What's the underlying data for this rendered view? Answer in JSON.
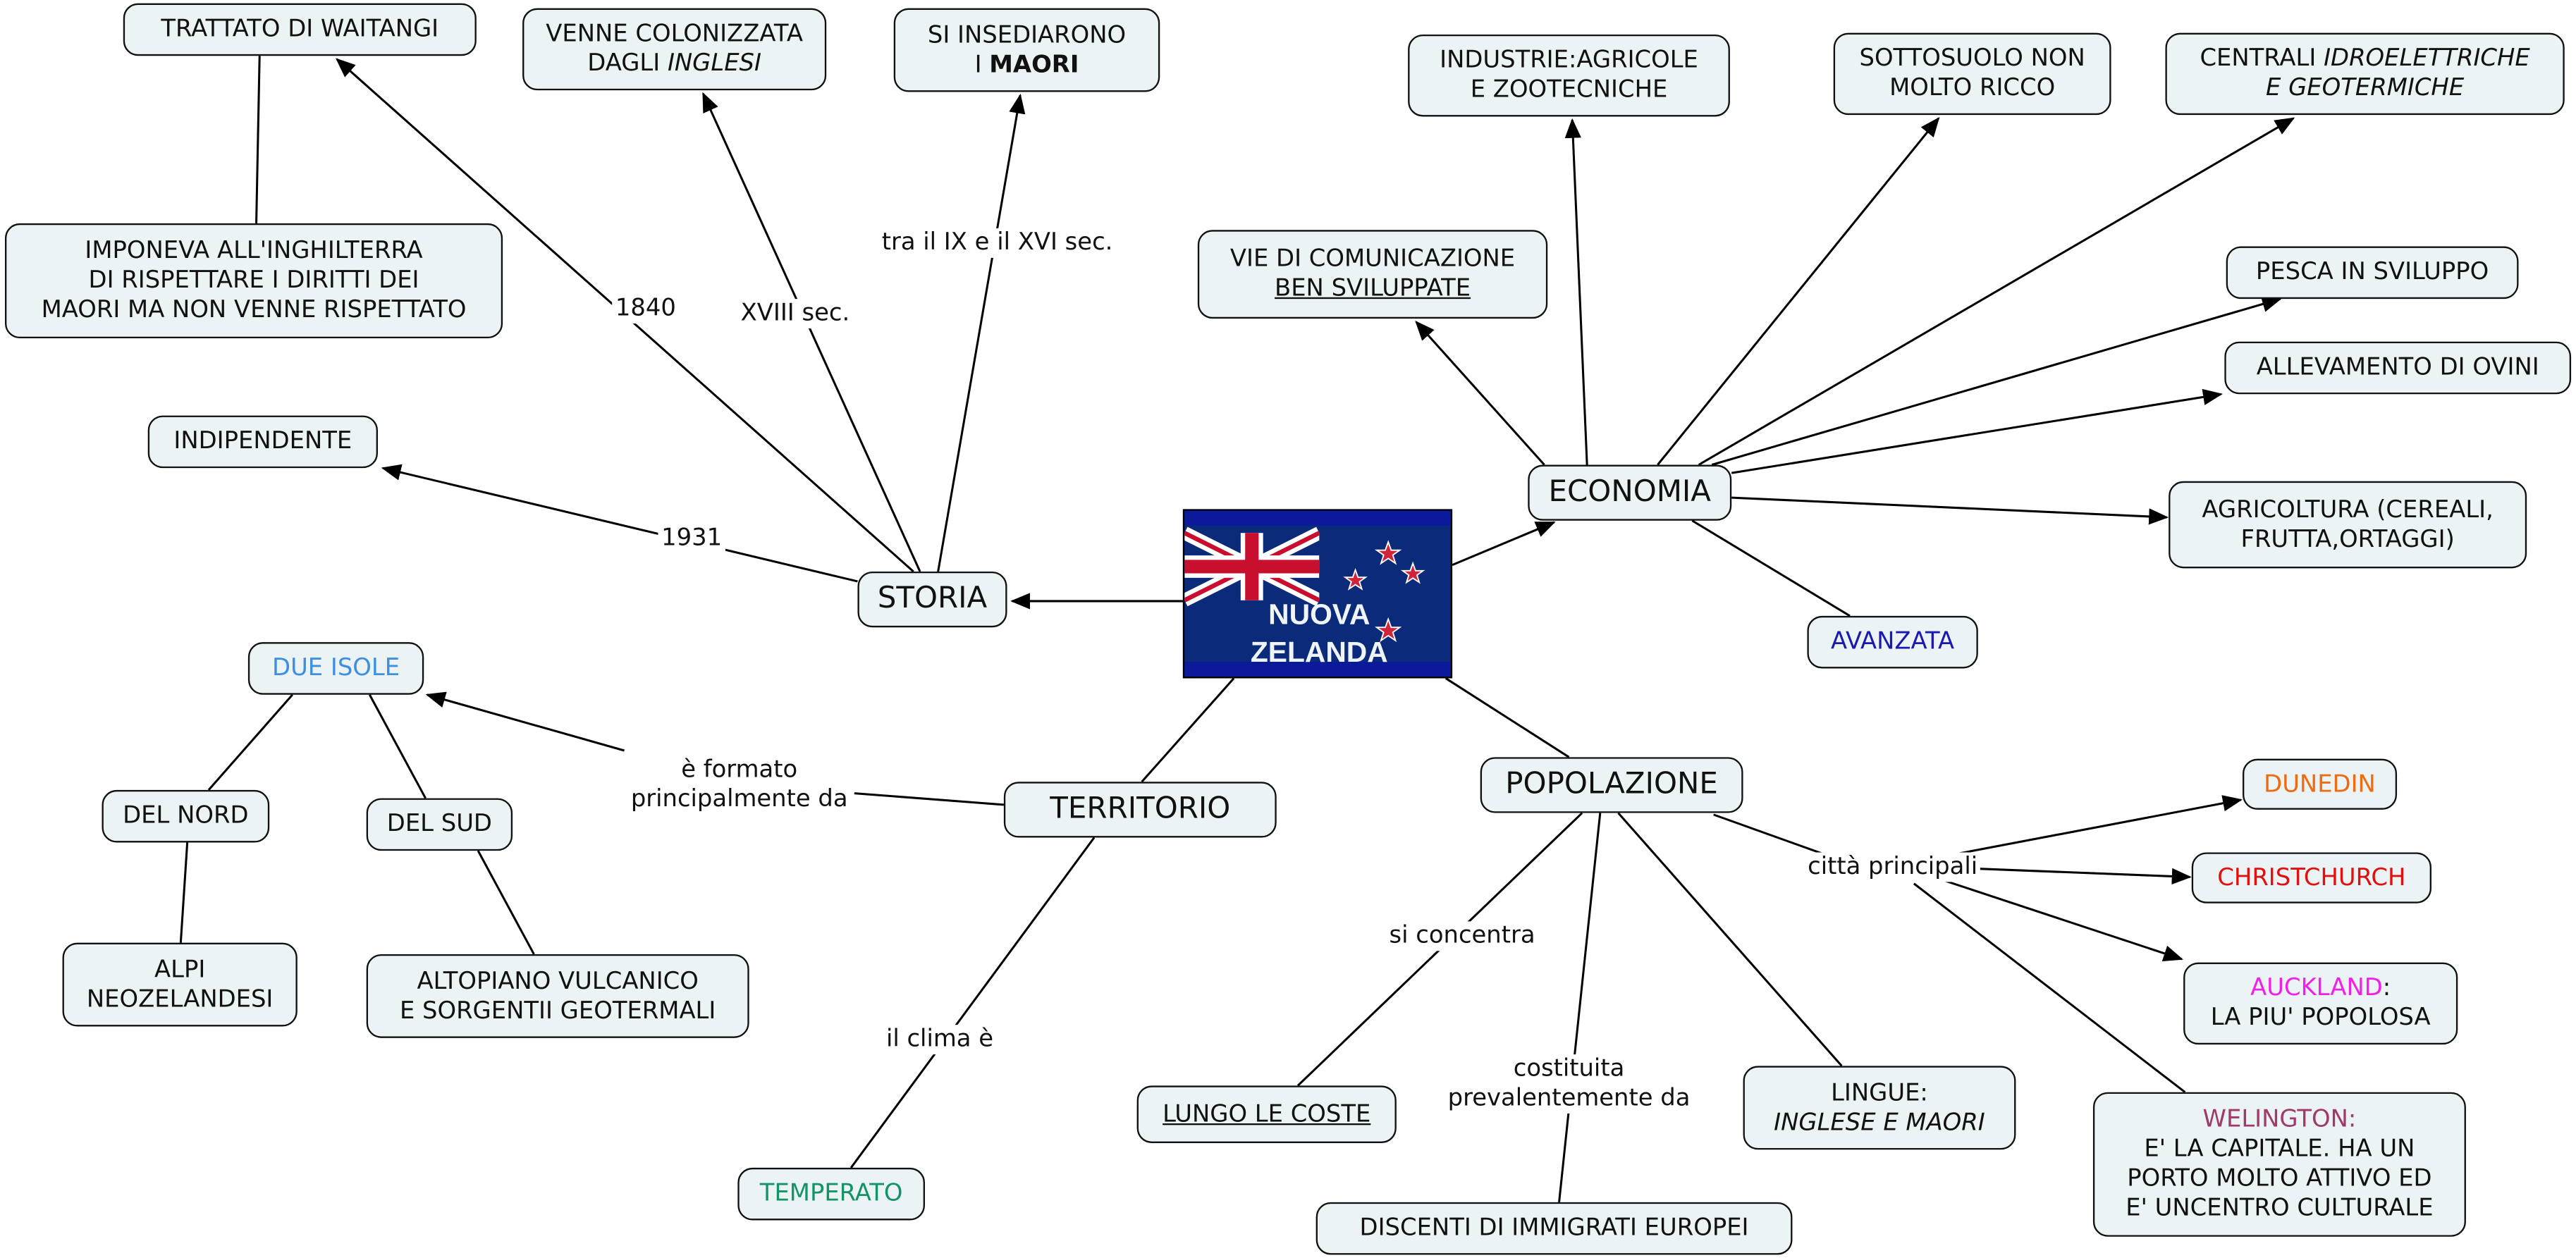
{
  "central": {
    "line1": "NUOVA",
    "line2": "ZELANDA"
  },
  "colors": {
    "node_fill": "#ebf3f5",
    "due_isole": "#3d8fe0",
    "avanzata": "#1a1ab0",
    "temperato": "#14936b",
    "dunedin": "#f06a10",
    "christchurch": "#e01010",
    "auckland": "#f020e8",
    "welington": "#a03a6a"
  },
  "nodes": {
    "storia": "STORIA",
    "economia": "ECONOMIA",
    "territorio": "TERRITORIO",
    "popolazione": "POPOLAZIONE",
    "trattato": "TRATTATO DI WAITANGI",
    "imponeva": [
      "IMPONEVA ALL'INGHILTERRA",
      "DI RISPETTARE I DIRITTI DEI",
      "MAORI MA NON VENNE RISPETTATO"
    ],
    "colonizzata": {
      "line1": "VENNE COLONIZZATA",
      "line2_plain": "DAGLI ",
      "line2_italic": "INGLESI"
    },
    "insediarono": {
      "line1": "SI INSEDIARONO",
      "line2_plain": "I ",
      "line2_bold": "MAORI"
    },
    "indipendente": "INDIPENDENTE",
    "industrie": [
      "INDUSTRIE:AGRICOLE",
      "E ZOOTECNICHE"
    ],
    "sottosuolo": [
      "SOTTOSUOLO NON",
      "MOLTO RICCO"
    ],
    "centrali": {
      "line1_plain": "CENTRALI ",
      "line1_italic": "IDROELETTRICHE",
      "line2_italic": "E GEOTERMICHE"
    },
    "vie": {
      "line1": "VIE DI COMUNICAZIONE",
      "line2_underline": "BEN SVILUPPATE"
    },
    "pesca": "PESCA IN SVILUPPO",
    "allevamento": "ALLEVAMENTO DI OVINI",
    "agricoltura": [
      "AGRICOLTURA (CEREALI,",
      "FRUTTA,ORTAGGI)"
    ],
    "avanzata": "AVANZATA",
    "due_isole": "DUE ISOLE",
    "del_nord": "DEL NORD",
    "del_sud": "DEL SUD",
    "alpi": [
      "ALPI",
      "NEOZELANDESI"
    ],
    "altopiano": [
      "ALTOPIANO VULCANICO",
      "E SORGENTII GEOTERMALI"
    ],
    "temperato": "TEMPERATO",
    "lungo_coste": "LUNGO LE COSTE",
    "discenti": "DISCENTI DI IMMIGRATI EUROPEI",
    "lingue": {
      "line1": "LINGUE:",
      "line2_italic": "INGLESE E MAORI"
    },
    "dunedin": "DUNEDIN",
    "christchurch": "CHRISTCHURCH",
    "auckland": {
      "colored": "AUCKLAND",
      "rest": ":",
      "line2": "LA PIU' POPOLOSA"
    },
    "welington": {
      "colored": "WELINGTON:",
      "lines": [
        "E' LA CAPITALE. HA UN",
        "PORTO MOLTO ATTIVO ED",
        "E' UNCENTRO CULTURALE"
      ]
    }
  },
  "link_labels": {
    "y1840": "1840",
    "xviii": "XVIII sec.",
    "ix_xvi": "tra il IX e il XVI sec.",
    "y1931": "1931",
    "formato": [
      "è formato",
      "principalmente da"
    ],
    "clima": "il clima è",
    "concentra": "si concentra",
    "costituita": [
      "costituita",
      "prevalentemente da"
    ],
    "citta": "città principali"
  }
}
